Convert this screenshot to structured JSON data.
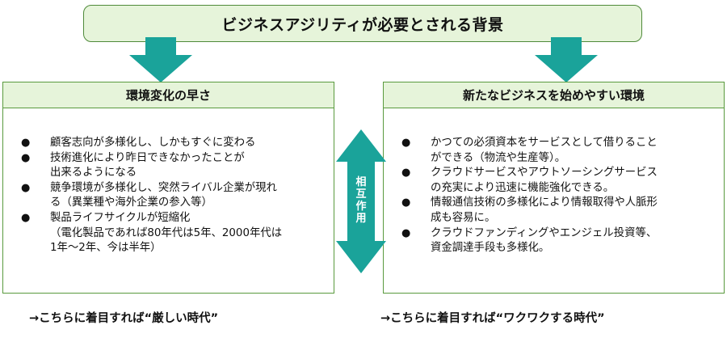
{
  "title": "ビジネスアジリティが必要とされる背景",
  "center_label": "相互作用",
  "left": {
    "header": "環境変化の早さ",
    "items": [
      {
        "lines": [
          "顧客志向が多様化し、しかもすぐに変わる"
        ]
      },
      {
        "lines": [
          "技術進化により昨日できなかったことが",
          "出来るようになる"
        ]
      },
      {
        "lines": [
          "競争環境が多様化し、突然ライバル企業が現れ",
          "る（異業種や海外企業の参入等）"
        ]
      },
      {
        "lines": [
          "製品ライフサイクルが短縮化",
          "（電化製品であれば80年代は5年、2000年代は",
          "1年～2年、今は半年）"
        ]
      }
    ],
    "footer": "→こちらに着目すれば“厳しい時代”"
  },
  "right": {
    "header": "新たなビジネスを始めやすい環境",
    "items": [
      {
        "lines": [
          "かつての必須資本をサービスとして借りること",
          "ができる（物流や生産等）。"
        ]
      },
      {
        "lines": [
          "クラウドサービスやアウトソーシングサービス",
          "の充実により迅速に機能強化できる。"
        ]
      },
      {
        "lines": [
          "情報通信技術の多様化により情報取得や人脈形",
          "成も容易に。"
        ]
      },
      {
        "lines": [
          "クラウドファンディングやエンジェル投資等、",
          "資金調達手段も多様化。"
        ]
      }
    ],
    "footer": "→こちらに着目すれば“ワクワクする時代”"
  },
  "colors": {
    "teal": "#1aa39a",
    "green_fill": "#e6f4da",
    "green_border": "#5a9a3e"
  }
}
